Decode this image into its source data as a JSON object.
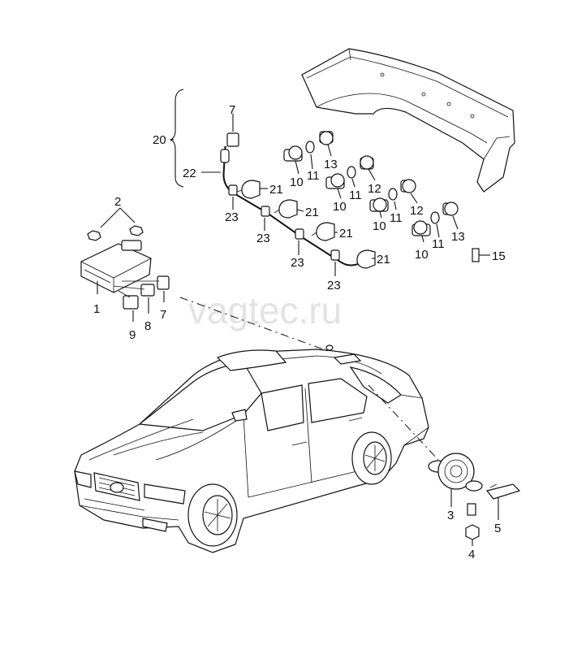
{
  "watermark": "vagtec.ru",
  "callouts": {
    "c1": "1",
    "c2": "2",
    "c3": "3",
    "c4": "4",
    "c5": "5",
    "c7a": "7",
    "c7b": "7",
    "c8": "8",
    "c9": "9",
    "c10a": "10",
    "c10b": "10",
    "c10c": "10",
    "c11a": "11",
    "c11b": "11",
    "c11c": "11",
    "c12a": "12",
    "c12b": "12",
    "c13a": "13",
    "c13b": "13",
    "c15": "15",
    "c20": "20",
    "c21a": "21",
    "c21b": "21",
    "c21c": "21",
    "c21d": "21",
    "c22": "22",
    "c23a": "23",
    "c23b": "23",
    "c23c": "23",
    "c23d": "23"
  }
}
